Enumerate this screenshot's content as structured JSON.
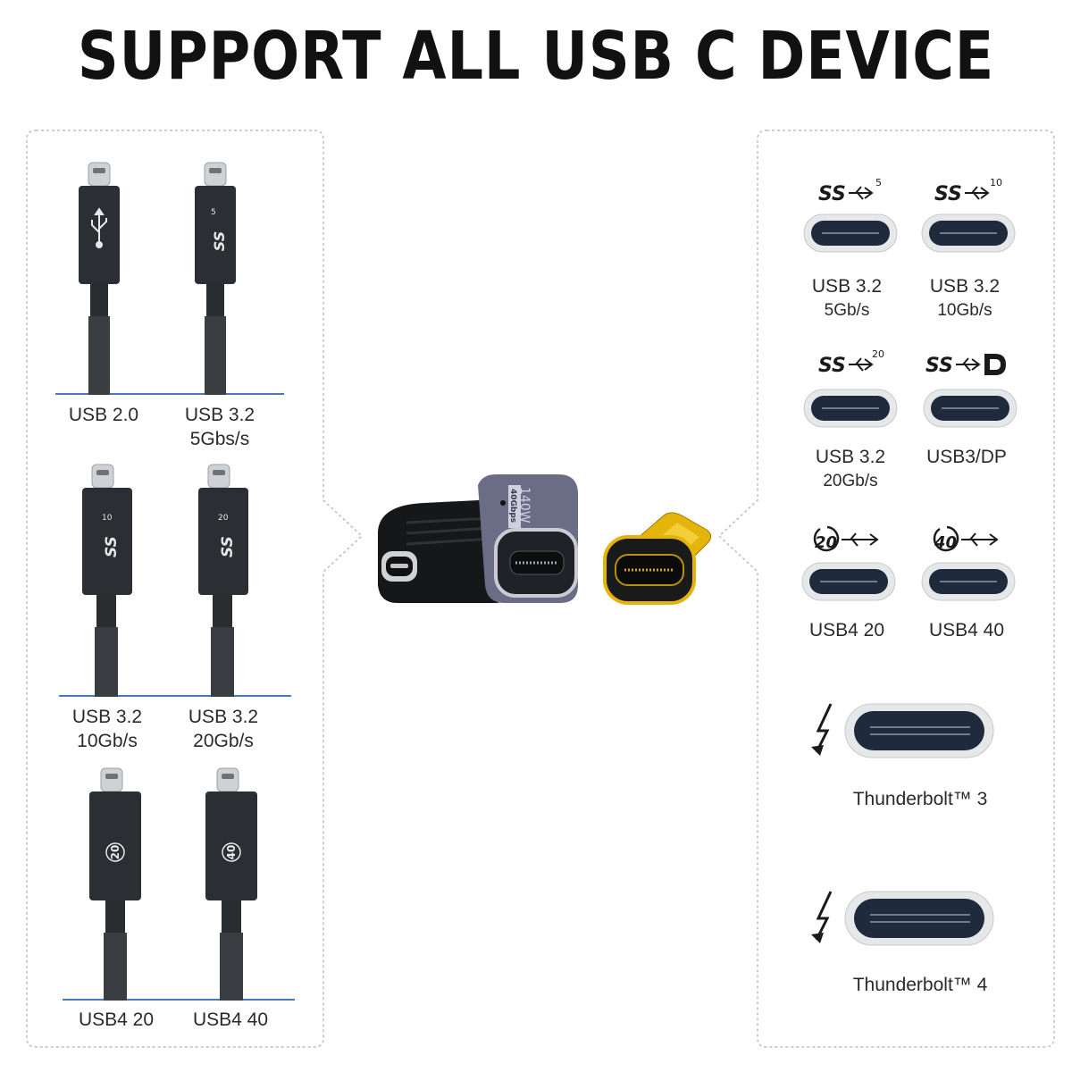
{
  "title": "SUPPORT ALL USB C DEVICE",
  "left_panel": {
    "cables": [
      {
        "line1": "USB 2.0",
        "line2": "",
        "icon": "usb-icon"
      },
      {
        "line1": "USB 3.2",
        "line2": "5Gbs/s",
        "icon": "ss-5-icon",
        "badge": "5"
      },
      {
        "line1": "USB 3.2",
        "line2": "10Gb/s",
        "icon": "ss-10-icon",
        "badge": "10"
      },
      {
        "line1": "USB 3.2",
        "line2": "20Gb/s",
        "icon": "ss-20-icon",
        "badge": "20"
      },
      {
        "line1": "USB4 20",
        "line2": "",
        "icon": "usb4-20-icon",
        "badge": "20"
      },
      {
        "line1": "USB4 40",
        "line2": "",
        "icon": "usb4-40-icon",
        "badge": "40"
      }
    ]
  },
  "center": {
    "adapter_text_1": "140W",
    "adapter_text_2": "40Gbps"
  },
  "right_panel": {
    "ports": [
      {
        "line1": "USB 3.2",
        "line2": "5Gb/s",
        "badge": "5"
      },
      {
        "line1": "USB 3.2",
        "line2": "10Gb/s",
        "badge": "10"
      },
      {
        "line1": "USB 3.2",
        "line2": "20Gb/s",
        "badge": "20"
      },
      {
        "line1": "USB3/DP",
        "line2": ""
      },
      {
        "line1": "USB4 20",
        "line2": "",
        "badge": "20"
      },
      {
        "line1": "USB4 40",
        "line2": "",
        "badge": "40"
      },
      {
        "line1": "Thunderbolt™ 3",
        "line2": ""
      },
      {
        "line1": "Thunderbolt™ 4",
        "line2": ""
      }
    ]
  },
  "colors": {
    "cable_body": "#2b2f33",
    "connector": "#c9ccce",
    "gold": "#e5b40a",
    "adapter_metal": "#6b6c86",
    "frame": "#bdbdbd",
    "divider": "#4a78b8"
  }
}
